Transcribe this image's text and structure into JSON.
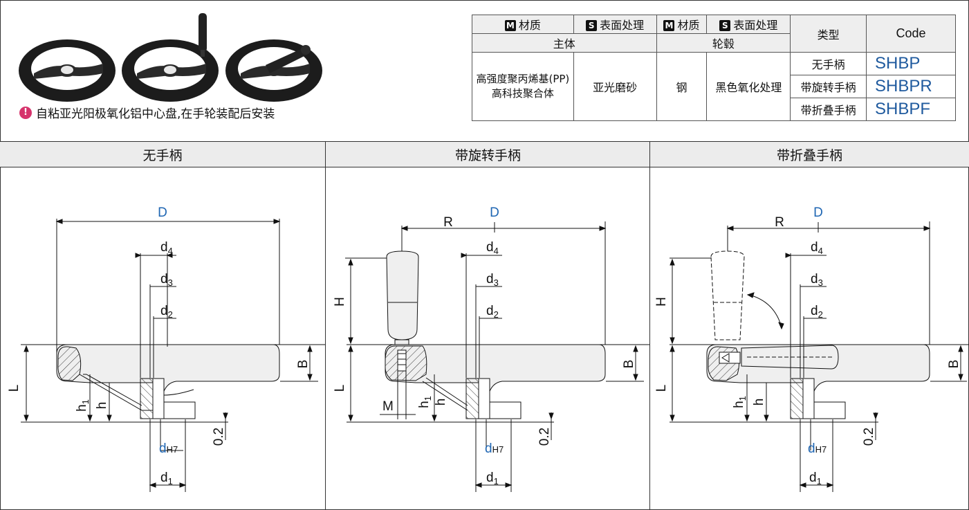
{
  "note": {
    "icon": "exclamation-icon",
    "text": "自粘亚光阳极氧化铝中心盘,在手轮装配后安装"
  },
  "table": {
    "hdr_material_badge": "M",
    "hdr_material": "材质",
    "hdr_surface_badge": "S",
    "hdr_surface": "表面处理",
    "hdr_body": "主体",
    "hdr_hub": "轮毂",
    "hdr_type": "类型",
    "hdr_code": "Code",
    "body_material_line1": "高强度聚丙烯基(PP)",
    "body_material_line2": "高科技聚合体",
    "body_surface": "亚光磨砂",
    "hub_material": "钢",
    "hub_surface": "黑色氧化处理",
    "rows": [
      {
        "type": "无手柄",
        "code": "SHBP"
      },
      {
        "type": "带旋转手柄",
        "code": "SHBPR"
      },
      {
        "type": "带折叠手柄",
        "code": "SHBPF"
      }
    ]
  },
  "sections": [
    {
      "title": "无手柄"
    },
    {
      "title": "带旋转手柄"
    },
    {
      "title": "带折叠手柄"
    }
  ],
  "dims": {
    "D": "D",
    "R": "R",
    "H": "H",
    "L": "L",
    "B": "B",
    "M": "M",
    "d": "d",
    "H7": "H7",
    "d1": "1",
    "d2": "2",
    "d3": "3",
    "d4": "4",
    "h": "h",
    "h1": "1",
    "gap": "0.2",
    "dbase": "d"
  },
  "colors": {
    "accent_blue": "#1f66b3",
    "code_blue": "#1f5a9e",
    "note_icon": "#d6336c"
  }
}
